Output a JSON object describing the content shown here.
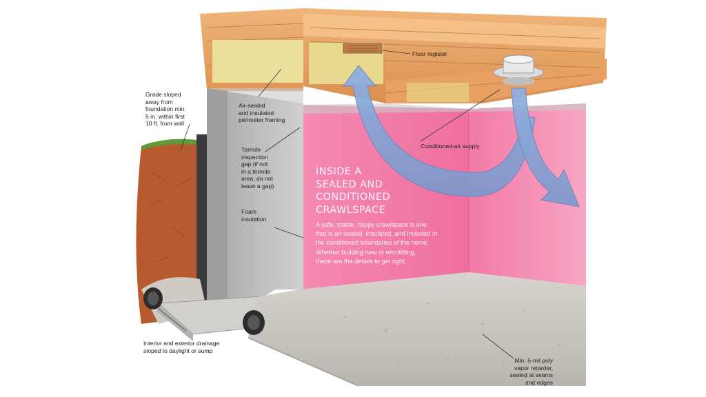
{
  "intro": {
    "title": "INSIDE A\nSEALED AND\nCONDITIONED\nCRAWLSPACE",
    "body": "A safe, stable, happy crawlspace is one\nthat is air-sealed, insulated, and included in\nthe conditioned boundaries of the home.\nWhether building new or retrofitting,\nthese are the details to get right."
  },
  "callouts": {
    "floor_register": "Floor register",
    "grade": "Grade sloped\naway from\nfoundation min.\n6 in. within first\n10 ft. from wall",
    "perimeter_framing": "Air-sealed\nand insulated\nperimeter framing",
    "termite_gap": "Termite\ninspection\ngap (if not\nin a termite\narea, do not\nleave a gap)",
    "conditioned_air": "Conditioned-air supply",
    "foam_insulation": "Foam\ninsulation",
    "drainage": "Interior and exterior drainage\nsloped to daylight or sump",
    "vapor_retarder": "Min. 6-mil poly\nvapor retarder,\nsealed at seams\nand edges"
  },
  "colors": {
    "wall_pink": "#f07aa6",
    "concrete": "#b5b5b5",
    "wood": "#e9a66a",
    "batt_insulation": "#ebe0a0",
    "soil": "#b5562e",
    "gravel": "#c7c2bb",
    "air_arrow": "#8aa7d8"
  }
}
